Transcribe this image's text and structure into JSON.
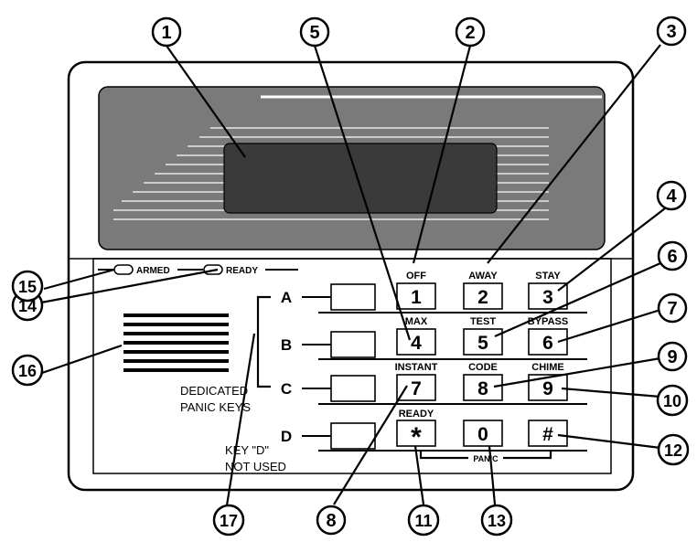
{
  "callouts": [
    "1",
    "2",
    "3",
    "4",
    "5",
    "6",
    "7",
    "8",
    "9",
    "10",
    "11",
    "12",
    "13",
    "14",
    "15",
    "16",
    "17"
  ],
  "indicators": {
    "armed": "ARMED",
    "ready": "READY"
  },
  "rows": [
    "A",
    "B",
    "C",
    "D"
  ],
  "keys": [
    {
      "digit": "1",
      "label": "OFF"
    },
    {
      "digit": "2",
      "label": "AWAY"
    },
    {
      "digit": "3",
      "label": "STAY"
    },
    {
      "digit": "4",
      "label": "MAX"
    },
    {
      "digit": "5",
      "label": "TEST"
    },
    {
      "digit": "6",
      "label": "BYPASS"
    },
    {
      "digit": "7",
      "label": "INSTANT"
    },
    {
      "digit": "8",
      "label": "CODE"
    },
    {
      "digit": "9",
      "label": "CHIME"
    },
    {
      "digit": "*",
      "label": "READY"
    },
    {
      "digit": "0",
      "label": ""
    },
    {
      "digit": "#",
      "label": ""
    }
  ],
  "panic_label": "PANIC",
  "dedicated_panic": [
    "DEDICATED",
    "PANIC KEYS"
  ],
  "key_d_note": [
    "KEY \"D\"",
    "NOT USED"
  ]
}
